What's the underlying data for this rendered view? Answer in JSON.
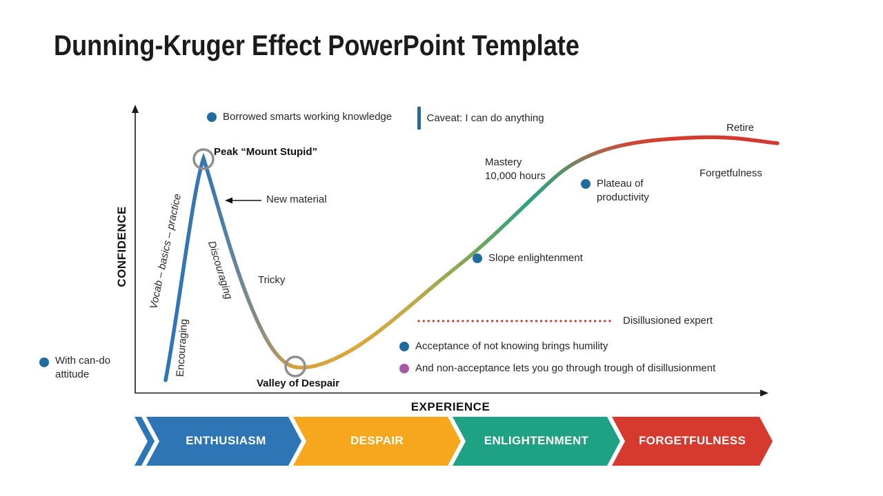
{
  "title": "Dunning-Kruger Effect PowerPoint Template",
  "axes": {
    "y": "CONFIDENCE",
    "x": "EXPERIENCE"
  },
  "labels": {
    "borrowed_smarts": "Borrowed smarts working knowledge",
    "caveat": "Caveat: I can do anything",
    "peak": "Peak “Mount Stupid”",
    "new_material": "New material",
    "vocab": "Vocab – basics – practice",
    "discouraging": "Discouraging",
    "encouraging": "Encouraging",
    "tricky": "Tricky",
    "valley": "Valley of Despair",
    "mastery_1": "Mastery",
    "mastery_2": "10,000 hours",
    "plateau_1": "Plateau of",
    "plateau_2": "productivity",
    "retire": "Retire",
    "forgetfulness": "Forgetfulness",
    "slope_enlightenment": "Slope enlightenment",
    "disillusioned_expert": "Disillusioned expert",
    "acceptance": "Acceptance of not knowing brings humility",
    "non_acceptance": "And non-acceptance lets you go through trough of disillusionment",
    "can_do_1": "With can-do",
    "can_do_2": "attitude"
  },
  "banner": {
    "stages": [
      {
        "label": "ENTHUSIASM",
        "color": "#2e75b6"
      },
      {
        "label": "DESPAIR",
        "color": "#f7a71e"
      },
      {
        "label": "ENLIGHTENMENT",
        "color": "#1fa184"
      },
      {
        "label": "FORGETFULNESS",
        "color": "#d6392e"
      }
    ]
  },
  "colors": {
    "bullet_blue": "#1f6c9f",
    "bullet_purple": "#a45ca8",
    "dotted_line_red": "#c23b2d",
    "marker_circle_gray": "#8f8f8f",
    "curve_blue": "#2e75b6",
    "curve_gold": "#d9a237",
    "curve_green": "#21a184",
    "curve_red": "#d63b2e"
  }
}
